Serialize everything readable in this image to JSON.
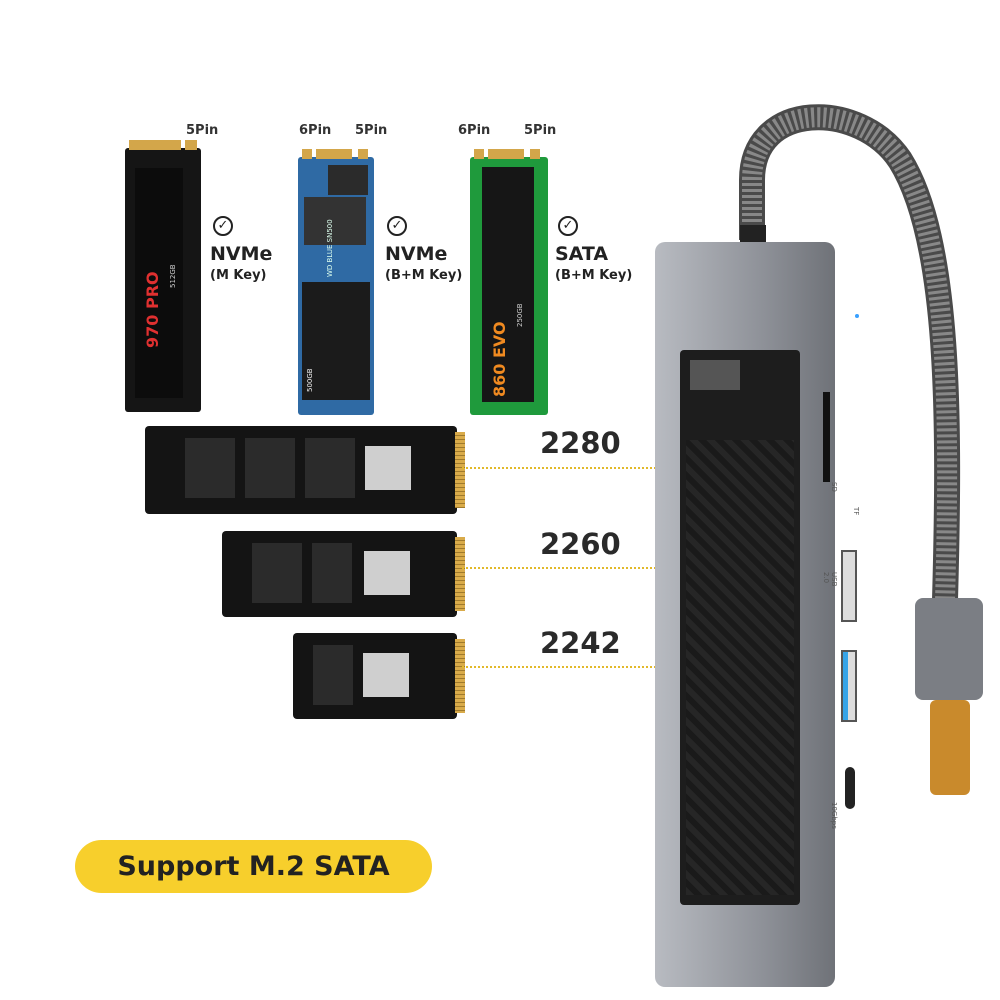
{
  "ssds": [
    {
      "pins": [
        "5Pin"
      ],
      "type": "NVMe",
      "key": "(M Key)",
      "brand": "970 PRO",
      "capacity": "512GB",
      "color": "#121212"
    },
    {
      "pins": [
        "6Pin",
        "5Pin"
      ],
      "type": "NVMe",
      "key": "(B+M Key)",
      "brand": "WD BLUE SN500",
      "capacity": "500GB",
      "color": "#2f6aa4"
    },
    {
      "pins": [
        "6Pin",
        "5Pin"
      ],
      "type": "SATA",
      "key": "(B+M Key)",
      "brand": "860 EVO",
      "capacity": "250GB",
      "color": "#1f9a3c"
    }
  ],
  "check_icon": "check-circle-icon",
  "lengths": [
    "2280",
    "2260",
    "2242"
  ],
  "hub_ports": [
    "TF",
    "SD",
    "USB 2.0",
    "10Gbps"
  ],
  "badge": {
    "text": "Support M.2 SATA",
    "color": "#f7cf2c"
  },
  "colors": {
    "accent_line": "#e2b92a",
    "hub": "#8c8f96"
  }
}
